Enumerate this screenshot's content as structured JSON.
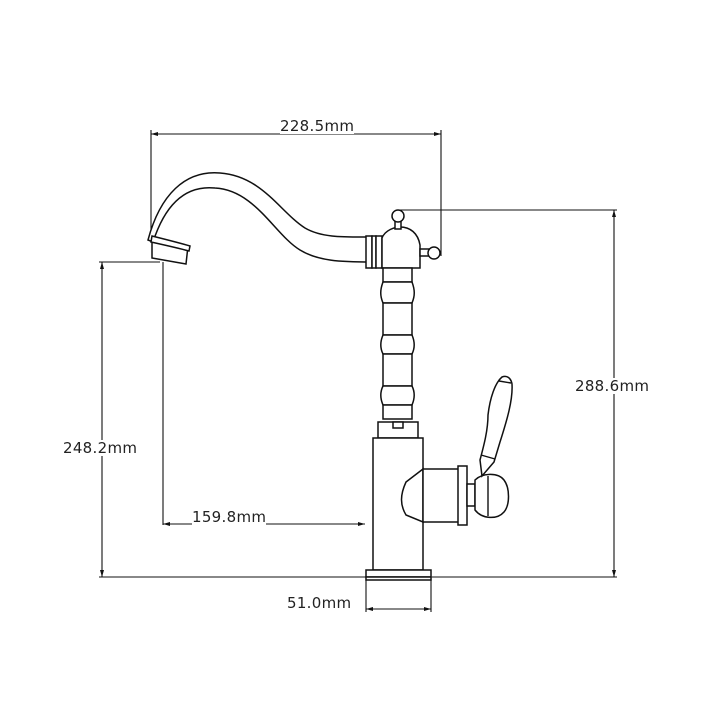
{
  "diagram": {
    "subject": "Faucet technical drawing",
    "line_color": "#111111",
    "background": "#ffffff",
    "dimensions": {
      "spout_reach": "228.5mm",
      "total_height": "288.6mm",
      "spout_height": "248.2mm",
      "spout_projection": "159.8mm",
      "base_width": "51.0mm"
    }
  }
}
